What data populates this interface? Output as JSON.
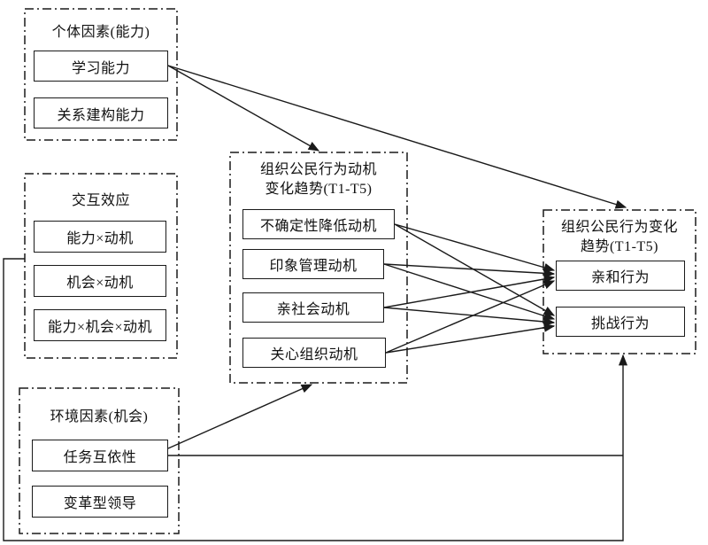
{
  "groups": {
    "individual": {
      "title": "个体因素(能力)",
      "items": [
        "学习能力",
        "关系建构能力"
      ]
    },
    "interaction": {
      "title": "交互效应",
      "items": [
        "能力×动机",
        "机会×动机",
        "能力×机会×动机"
      ]
    },
    "environment": {
      "title": "环境因素(机会)",
      "items": [
        "任务互依性",
        "变革型领导"
      ]
    },
    "motivation": {
      "title_line1": "组织公民行为动机",
      "title_line2": "变化趋势(T1-T5)",
      "items": [
        "不确定性降低动机",
        "印象管理动机",
        "亲社会动机",
        "关心组织动机"
      ]
    },
    "behavior": {
      "title_line1": "组织公民行为变化",
      "title_line2": "趋势(T1-T5)",
      "items": [
        "亲和行为",
        "挑战行为"
      ]
    }
  },
  "edges": [
    {
      "from": "学习能力",
      "to": "组织公民行为动机变化趋势(T1-T5)"
    },
    {
      "from": "学习能力",
      "to": "组织公民行为变化趋势(T1-T5)"
    },
    {
      "from": "不确定性降低动机",
      "to": "亲和行为"
    },
    {
      "from": "不确定性降低动机",
      "to": "挑战行为"
    },
    {
      "from": "印象管理动机",
      "to": "亲和行为"
    },
    {
      "from": "印象管理动机",
      "to": "挑战行为"
    },
    {
      "from": "亲社会动机",
      "to": "亲和行为"
    },
    {
      "from": "亲社会动机",
      "to": "挑战行为"
    },
    {
      "from": "关心组织动机",
      "to": "亲和行为"
    },
    {
      "from": "关心组织动机",
      "to": "挑战行为"
    },
    {
      "from": "任务互依性",
      "to": "组织公民行为动机变化趋势(T1-T5)"
    },
    {
      "from": "任务互依性",
      "to": "组织公民行为变化趋势(T1-T5)"
    },
    {
      "from": "交互效应",
      "to": "组织公民行为变化趋势(T1-T5)"
    }
  ],
  "colors": {
    "line": "#1a1a1a",
    "background": "#ffffff"
  }
}
